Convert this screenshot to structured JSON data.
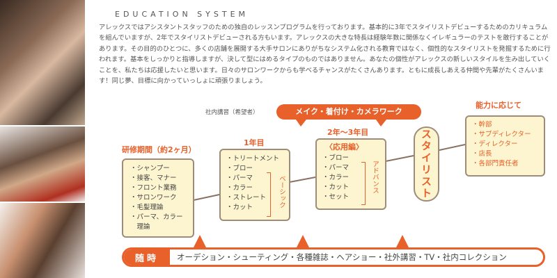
{
  "title": "EDUCATION SYSTEM",
  "intro": "アレックスではアシスタントスタッフのための独自のレッスンプログラムを行っております。基本的に3年でスタイリストデビューするためのカリキュラムを組んでいますが、2年でスタイリストデビューされる方もいます。アレックスの大きな特長は経験年数に関係なくイレギュラーのテストを敢行することがあります。その目的のひとつに、多くの店舗を展開する大手サロンにありがちなシステム化される教育ではなく、個性的なスタイリストを発掘するために行われます。基本をしっかりと指導しますが、決して型にはめるタイプのものではありません。あなたの個性がアレックスの新しいスタイルを生み出していくことを、私たちは応援したいと思います。日々のサロンワークからも学べるチャンスがたくさんあります。ともに成長しあえる仲間や先輩がたくさんいます！同じ夢、目標に向かっていっしょに頑張りましょう。",
  "banner": {
    "note": "社内講習（希望者）",
    "label": "メイク・着付け・カメラワーク"
  },
  "stages": {
    "training": {
      "label": "研修期間（約2ヶ月）",
      "items": [
        "・シャンプー",
        "・接客、マナー",
        "・フロント業務",
        "・サロンワーク",
        "・毛髪理論",
        "・パーマ、カラー",
        "　理論"
      ]
    },
    "year1": {
      "label": "1年目",
      "items": [
        "・トリートメント",
        "・ブロー",
        "・パーマ",
        "・カラー",
        "・ストレート",
        "・カット"
      ],
      "bracket": "ベーシック"
    },
    "year2_3": {
      "label": "2年〜3年目",
      "sub": "〈応用編〉",
      "items": [
        "・ブロー",
        "・パーマ",
        "・カラー",
        "・カット",
        "・セット"
      ],
      "bracket": "アドバンス"
    },
    "stylist": {
      "label": "スタイリスト"
    },
    "ability": {
      "label": "能力に応じて",
      "items": [
        "・幹部",
        "・サブディレクター",
        "・ディレクター",
        "・店長",
        "・各部門責任者"
      ]
    }
  },
  "bottom": {
    "tag": "随時",
    "text": "オーデション・シューティング・各種雑誌・ヘアショー・社外講習・TV・社内コレクション"
  }
}
